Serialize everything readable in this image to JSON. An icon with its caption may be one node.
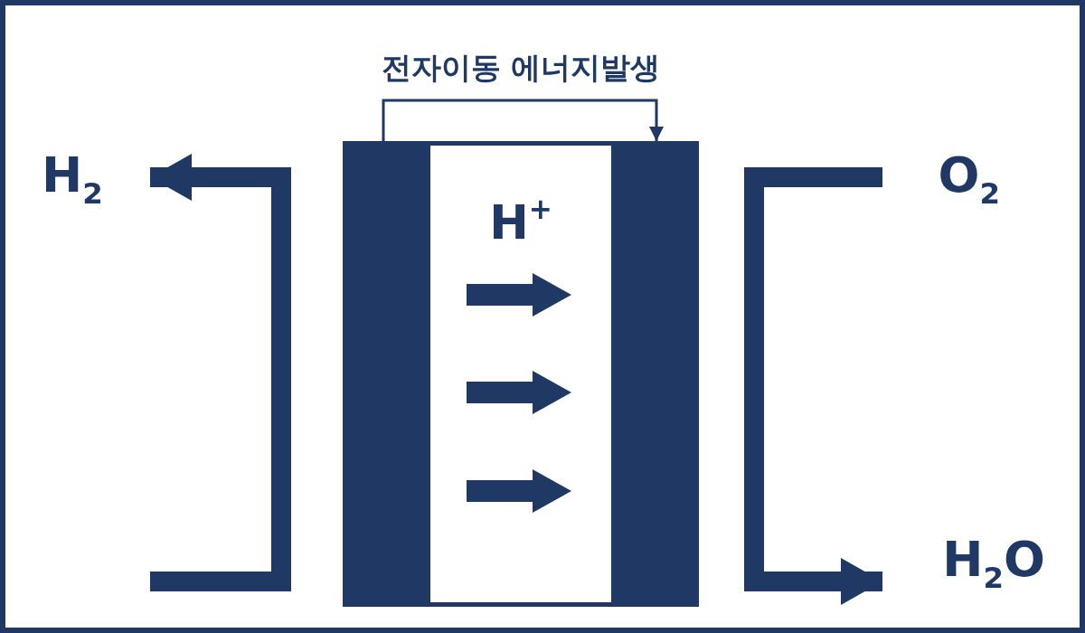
{
  "diagram": {
    "nodes": [
      {
        "text": [
          "H$_{2}$"
        ]
      },
      {
        "text": [],
        "shape": "bar"
      },
      {
        "text": [
          "H$^{+}$"
        ]
      },
      {
        "text": [],
        "shape": "bar"
      },
      {
        "text": [
          "O$_{2}$"
        ]
      },
      {
        "text": [
          "H$_{2}$O"
        ]
      }
    ],
    "edges": [
      {
        "from": null,
        "to": 0,
        "arrow": "to"
      },
      {
        "from": 1,
        "to": 3,
        "arrow": "to",
        "label": "전자이동 에너지발생"
      },
      {
        "from": 4,
        "to": 5,
        "arrow": "to"
      }
    ]
  }
}
